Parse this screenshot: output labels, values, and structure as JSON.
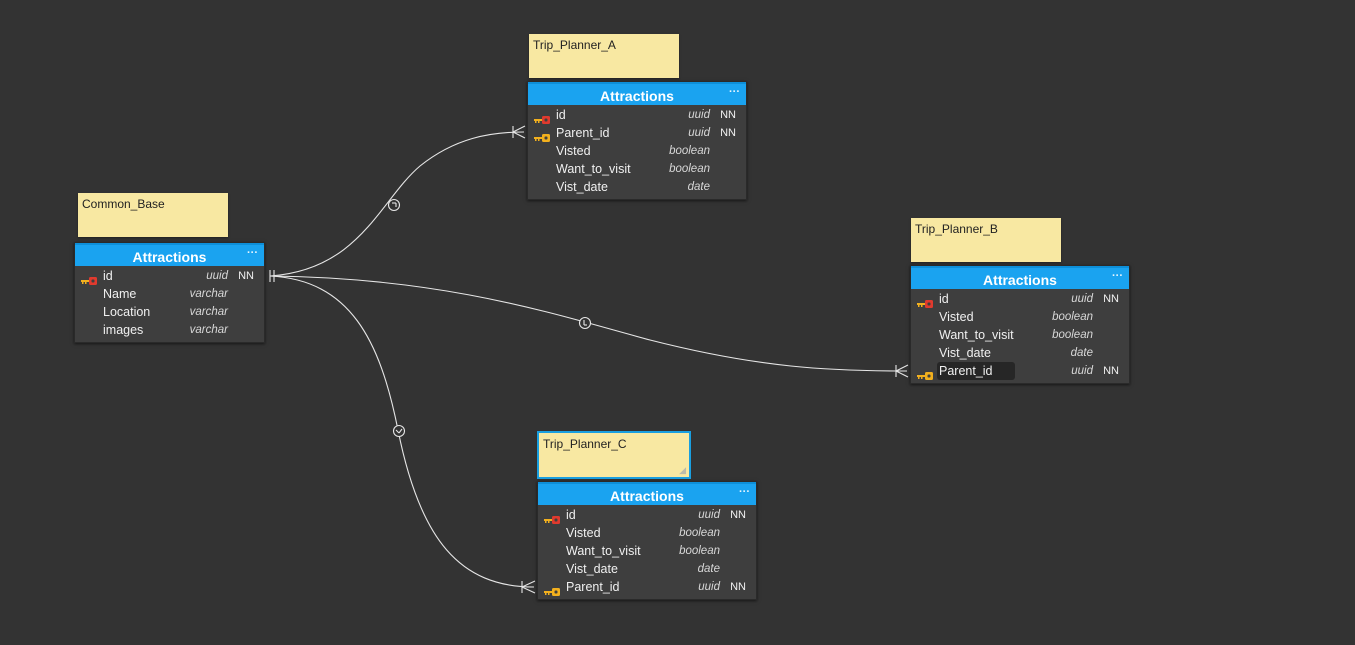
{
  "notes": [
    {
      "label": "Trip_Planner_A"
    },
    {
      "label": "Common_Base"
    },
    {
      "label": "Trip_Planner_B"
    },
    {
      "label": "Trip_Planner_C"
    }
  ],
  "tables": [
    {
      "title": "Attractions",
      "menu": "···",
      "columns": [
        {
          "name": "id",
          "type": "uuid",
          "nn": "NN",
          "key": "primary-key"
        },
        {
          "name": "Parent_id",
          "type": "uuid",
          "nn": "NN",
          "key": "foreign-key"
        },
        {
          "name": "Visted",
          "type": "boolean",
          "nn": "",
          "key": ""
        },
        {
          "name": "Want_to_visit",
          "type": "boolean",
          "nn": "",
          "key": ""
        },
        {
          "name": "Vist_date",
          "type": "date",
          "nn": "",
          "key": ""
        }
      ]
    },
    {
      "title": "Attractions",
      "menu": "···",
      "columns": [
        {
          "name": "id",
          "type": "uuid",
          "nn": "NN",
          "key": "primary-key"
        },
        {
          "name": "Name",
          "type": "varchar",
          "nn": "",
          "key": ""
        },
        {
          "name": "Location",
          "type": "varchar",
          "nn": "",
          "key": ""
        },
        {
          "name": "images",
          "type": "varchar",
          "nn": "",
          "key": ""
        }
      ]
    },
    {
      "title": "Attractions",
      "menu": "···",
      "columns": [
        {
          "name": "id",
          "type": "uuid",
          "nn": "NN",
          "key": "primary-key"
        },
        {
          "name": "Visted",
          "type": "boolean",
          "nn": "",
          "key": ""
        },
        {
          "name": "Want_to_visit",
          "type": "boolean",
          "nn": "",
          "key": ""
        },
        {
          "name": "Vist_date",
          "type": "date",
          "nn": "",
          "key": ""
        },
        {
          "name": "Parent_id",
          "type": "uuid",
          "nn": "NN",
          "key": "foreign-key",
          "highlighted": true
        }
      ]
    },
    {
      "title": "Attractions",
      "menu": "···",
      "columns": [
        {
          "name": "id",
          "type": "uuid",
          "nn": "NN",
          "key": "primary-key"
        },
        {
          "name": "Visted",
          "type": "boolean",
          "nn": "",
          "key": ""
        },
        {
          "name": "Want_to_visit",
          "type": "boolean",
          "nn": "",
          "key": ""
        },
        {
          "name": "Vist_date",
          "type": "date",
          "nn": "",
          "key": ""
        },
        {
          "name": "Parent_id",
          "type": "uuid",
          "nn": "NN",
          "key": "foreign-key"
        }
      ]
    }
  ],
  "relationships": [
    {
      "from": "Common_Base.Attractions.id",
      "to": "Trip_Planner_A.Attractions.Parent_id",
      "from_cardinality": "one",
      "to_cardinality": "many",
      "optional": true
    },
    {
      "from": "Common_Base.Attractions.id",
      "to": "Trip_Planner_B.Attractions.Parent_id",
      "from_cardinality": "one",
      "to_cardinality": "many",
      "optional": true
    },
    {
      "from": "Common_Base.Attractions.id",
      "to": "Trip_Planner_C.Attractions.Parent_id",
      "from_cardinality": "one",
      "to_cardinality": "many",
      "optional": true
    }
  ],
  "colors": {
    "canvas": "#333333",
    "table_header": "#1aa3f0",
    "table_body": "#3e3e3e",
    "note": "#f8e8a2",
    "primary_key_icon": "#e03a2e",
    "foreign_key_icon": "#f2b01e",
    "connector": "#e6e6e6"
  }
}
